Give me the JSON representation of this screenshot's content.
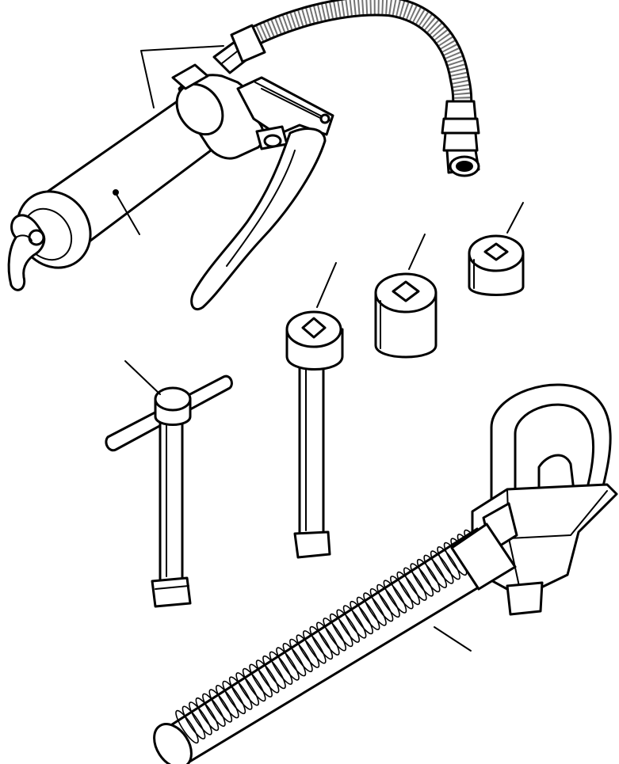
{
  "figure": {
    "background": "#ffffff",
    "line_color": "#000000",
    "parts": [
      {
        "name": "grease-gun",
        "has_leader": true
      },
      {
        "name": "grease-hose",
        "has_leader": false
      },
      {
        "name": "t-handle-wrench",
        "has_leader": true
      },
      {
        "name": "long-square-socket-driver",
        "has_leader": true
      },
      {
        "name": "large-square-socket",
        "has_leader": true
      },
      {
        "name": "small-square-socket",
        "has_leader": true
      },
      {
        "name": "threaded-rod-with-stirrup",
        "has_leader": true
      }
    ]
  }
}
